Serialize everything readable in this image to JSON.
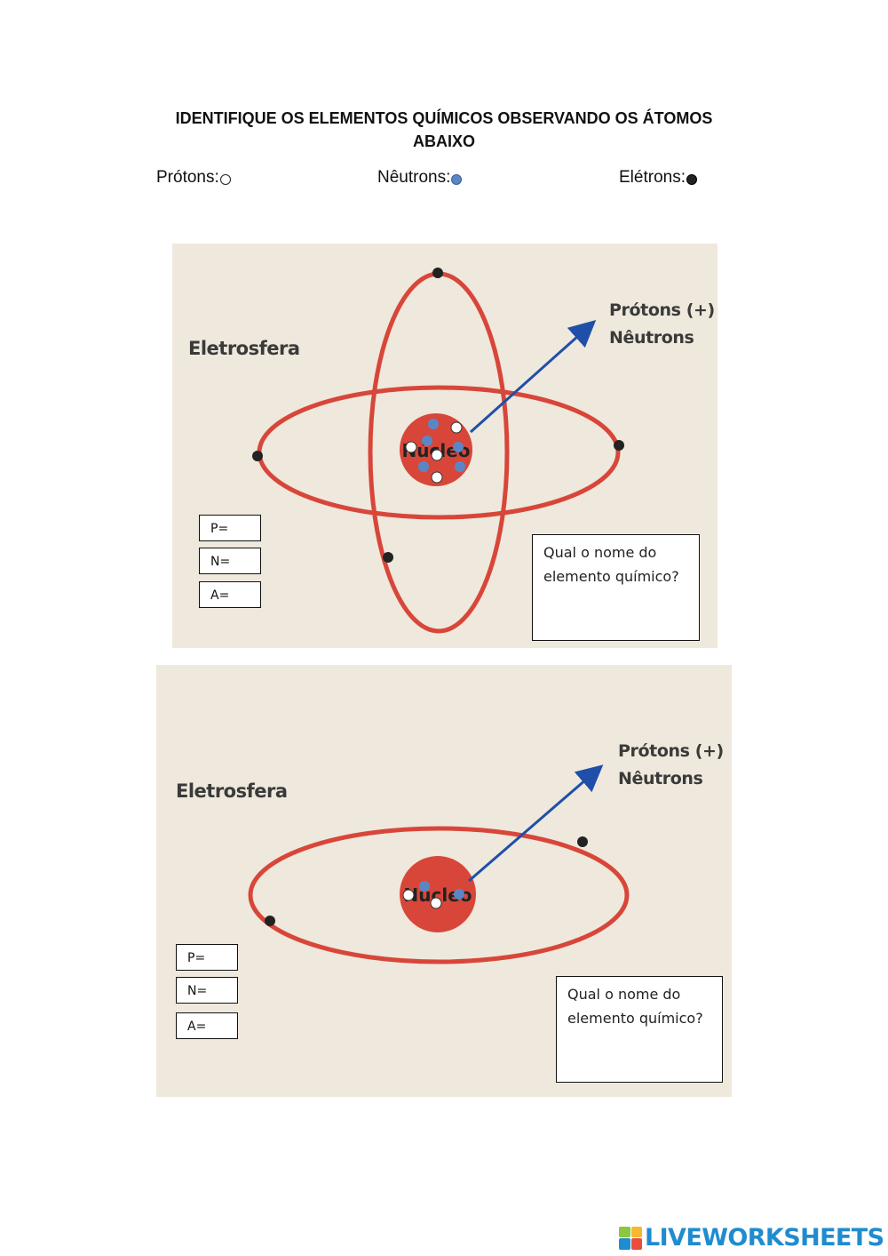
{
  "header": {
    "title_line1": "IDENTIFIQUE OS ELEMENTOS QUÍMICOS OBSERVANDO OS ÁTOMOS",
    "title_line2": "ABAIXO"
  },
  "legend": {
    "protons_label": "Prótons:",
    "neutrons_label": "Nêutrons:",
    "electrons_label": "Elétrons:"
  },
  "atom1": {
    "region_label": "Eletrosfera",
    "arrow_label_line1": "Prótons (+)",
    "arrow_label_line2": "Nêutrons",
    "nucleus_label": "Núcleo",
    "protons_count": 4,
    "neutrons_count": 5,
    "electrons_count": 4,
    "field_p": "P=",
    "field_n": "N=",
    "field_a": "A=",
    "question": "Qual o nome do elemento químico?"
  },
  "atom2": {
    "region_label": "Eletrosfera",
    "arrow_label_line1": "Prótons (+)",
    "arrow_label_line2": "Nêutrons",
    "nucleus_label": "Núcleo",
    "protons_count": 2,
    "neutrons_count": 2,
    "electrons_count": 2,
    "field_p": "P=",
    "field_n": "N=",
    "field_a": "A=",
    "question": "Qual o nome do elemento químico?"
  },
  "footer": {
    "brand": "LIVEWORKSHEETS"
  },
  "colors": {
    "panel_bg": "#efe8dc",
    "orbit": "#d8463a",
    "nucleus": "#d8463a",
    "arrow": "#1f4fa8",
    "neutron": "#5b86c6",
    "brand": "#1f8ccf"
  }
}
